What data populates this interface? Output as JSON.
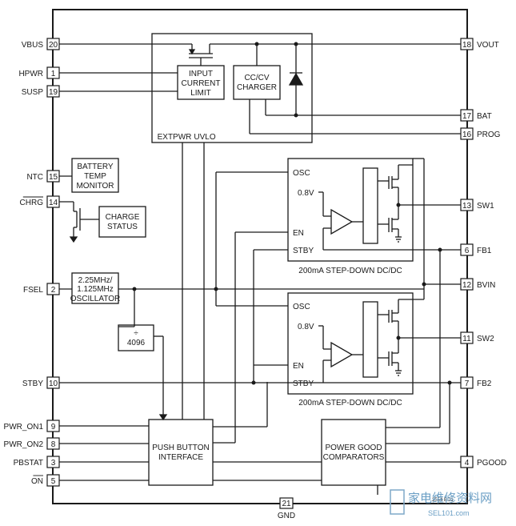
{
  "pins_left": [
    {
      "num": "20",
      "label": "VBUS"
    },
    {
      "num": "1",
      "label": "HPWR"
    },
    {
      "num": "19",
      "label": "SUSP"
    },
    {
      "num": "15",
      "label": "NTC"
    },
    {
      "num": "14",
      "label": "CHRG"
    },
    {
      "num": "2",
      "label": "FSEL"
    },
    {
      "num": "10",
      "label": "STBY"
    },
    {
      "num": "9",
      "label": "PWR_ON1"
    },
    {
      "num": "8",
      "label": "PWR_ON2"
    },
    {
      "num": "3",
      "label": "PBSTAT"
    },
    {
      "num": "5",
      "label": "ON"
    }
  ],
  "pins_right": [
    {
      "num": "18",
      "label": "VOUT"
    },
    {
      "num": "17",
      "label": "BAT"
    },
    {
      "num": "16",
      "label": "PROG"
    },
    {
      "num": "13",
      "label": "SW1"
    },
    {
      "num": "6",
      "label": "FB1"
    },
    {
      "num": "12",
      "label": "BVIN"
    },
    {
      "num": "11",
      "label": "SW2"
    },
    {
      "num": "7",
      "label": "FB2"
    },
    {
      "num": "4",
      "label": "PGOOD"
    }
  ],
  "pin_bottom": {
    "num": "21",
    "label": "GND"
  },
  "blocks": {
    "input_current_limit": [
      "INPUT",
      "CURRENT",
      "LIMIT"
    ],
    "charger": [
      "CC/CV",
      "CHARGER"
    ],
    "extpwr": "EXTPWR",
    "uvlo": "UVLO",
    "battery_temp": [
      "BATTERY",
      "TEMP",
      "MONITOR"
    ],
    "charge_status": [
      "CHARGE",
      "STATUS"
    ],
    "oscillator": [
      "2.25MHz/",
      "1.125MHz",
      "OSCILLATOR"
    ],
    "divider": [
      "÷",
      "4096"
    ],
    "push_button": [
      "PUSH BUTTON",
      "INTERFACE"
    ],
    "power_good": [
      "POWER GOOD",
      "COMPARATORS"
    ],
    "buck1": {
      "osc": "OSC",
      "ref": "0.8V",
      "en": "EN",
      "stby": "STBY",
      "title": "200mA STEP-DOWN DC/DC"
    },
    "buck2": {
      "osc": "OSC",
      "ref": "0.8V",
      "en": "EN",
      "stby": "STBY",
      "title": "200mA STEP-DOWN DC/DC"
    }
  },
  "figure_code": "3554 BD1",
  "watermark": {
    "cn": "家电维修资料网",
    "url": "SEL101.com"
  }
}
